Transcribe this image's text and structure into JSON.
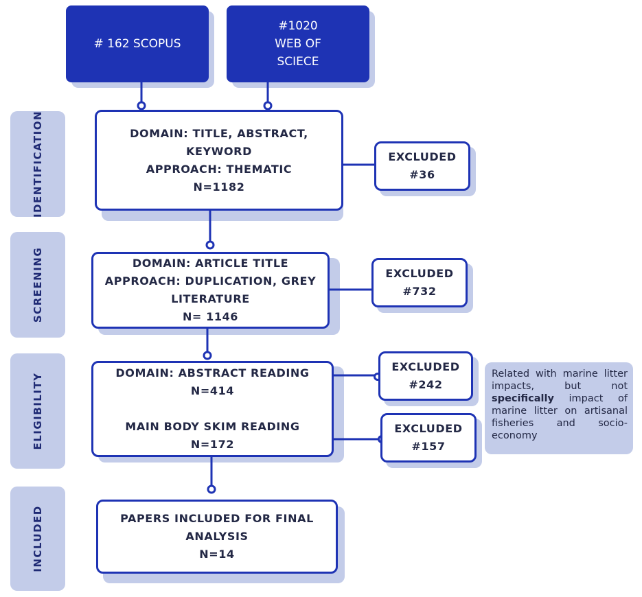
{
  "sources": {
    "scopus": "# 162 SCOPUS",
    "wos": [
      "#1020",
      "WEB OF",
      "SCIECE"
    ]
  },
  "stages": {
    "identification": "IDENTIFICATION",
    "screening": "SCREENING",
    "eligibility": "ELIGIBILITY",
    "included": "INCLUDED"
  },
  "boxes": {
    "identification": [
      "DOMAIN: TITLE, ABSTRACT,",
      "KEYWORD",
      "APPROACH: THEMATIC",
      "N=1182"
    ],
    "screening": [
      "DOMAIN: ARTICLE TITLE",
      "APPROACH: DUPLICATION, GREY",
      "LITERATURE",
      "N= 1146"
    ],
    "eligibility": [
      "DOMAIN: ABSTRACT READING",
      "N=414",
      "",
      "MAIN BODY SKIM READING",
      "N=172"
    ],
    "included": [
      "PAPERS INCLUDED FOR FINAL",
      "ANALYSIS",
      "N=14"
    ]
  },
  "excluded": {
    "ex36": [
      "EXCLUDED",
      "#36"
    ],
    "ex732": [
      "EXCLUDED",
      "#732"
    ],
    "ex242": [
      "EXCLUDED",
      "#242"
    ],
    "ex157": [
      "EXCLUDED",
      "#157"
    ]
  },
  "note": {
    "before": "Related with marine litter impacts, but not ",
    "emphasis": "specifically",
    "after": " impact of marine litter on artisanal fisheries and socio-economy"
  },
  "colors": {
    "primary": "#1e33b4",
    "light": "#c3cce9",
    "text": "#232845"
  }
}
